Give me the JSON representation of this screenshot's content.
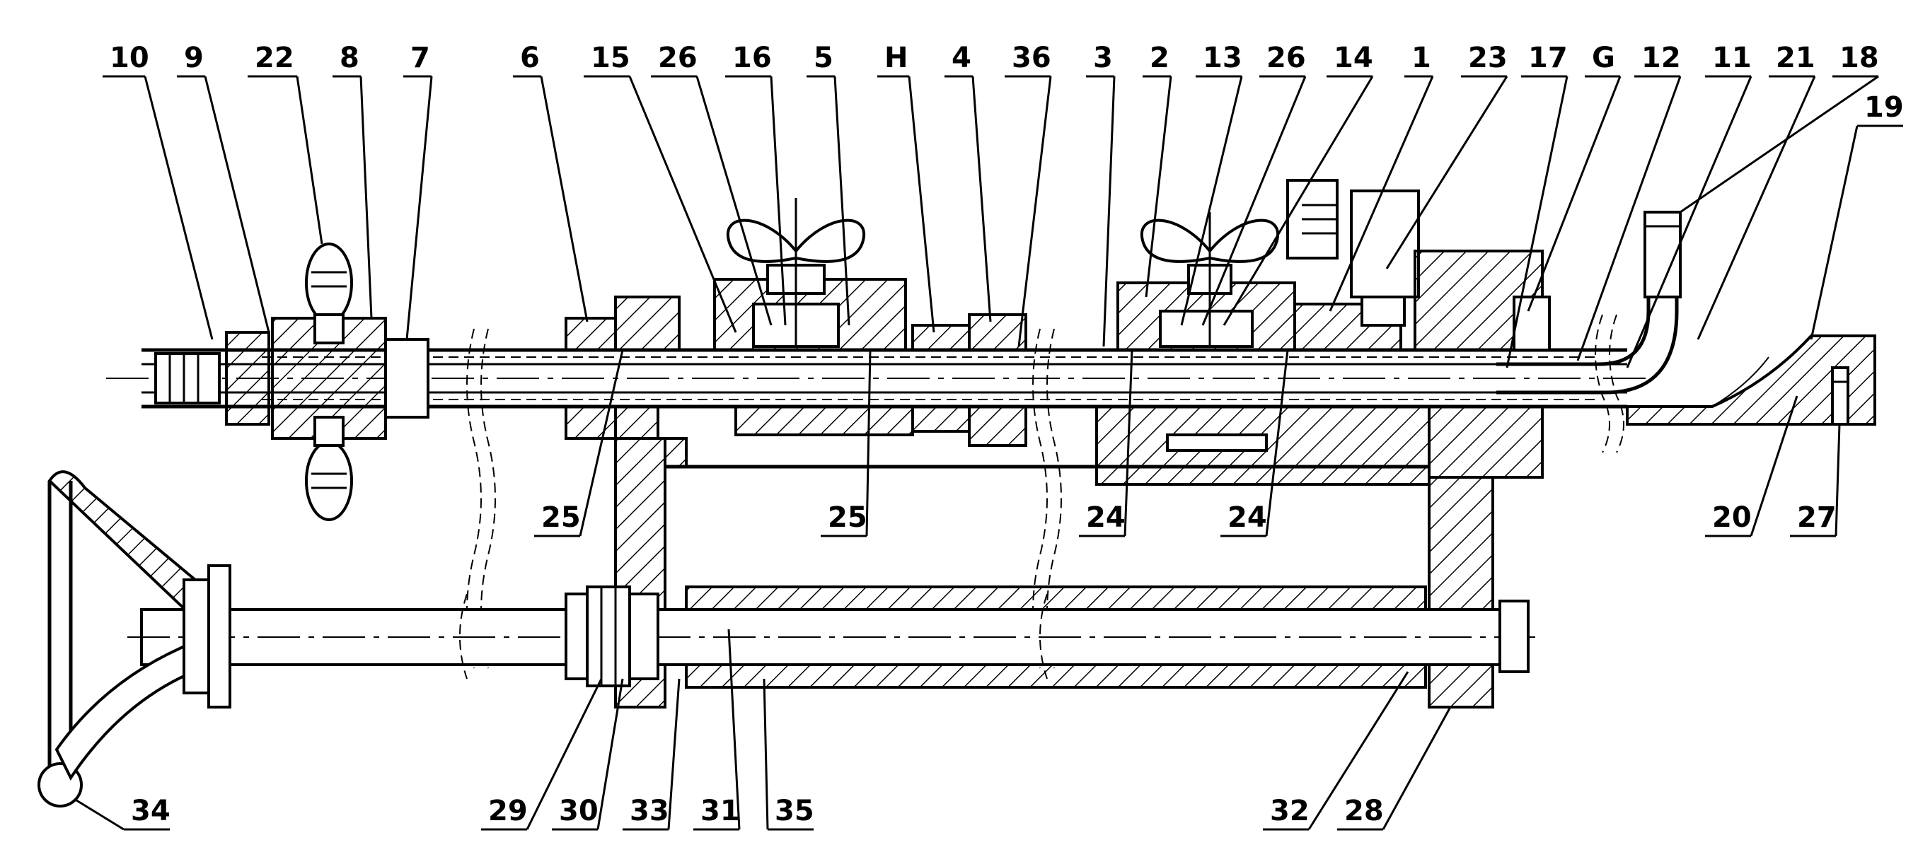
{
  "drawing": {
    "top_labels": [
      "10",
      "9",
      "22",
      "8",
      "7",
      "6",
      "15",
      "26",
      "16",
      "5",
      "H",
      "4",
      "36",
      "3",
      "2",
      "13",
      "26",
      "14",
      "1",
      "23",
      "17",
      "G",
      "12",
      "11",
      "21",
      "18",
      "19"
    ],
    "middle_labels": [
      "25",
      "25",
      "24",
      "24",
      "20",
      "27"
    ],
    "bottom_labels": [
      "34",
      "29",
      "30",
      "33",
      "31",
      "35",
      "32",
      "28"
    ]
  }
}
